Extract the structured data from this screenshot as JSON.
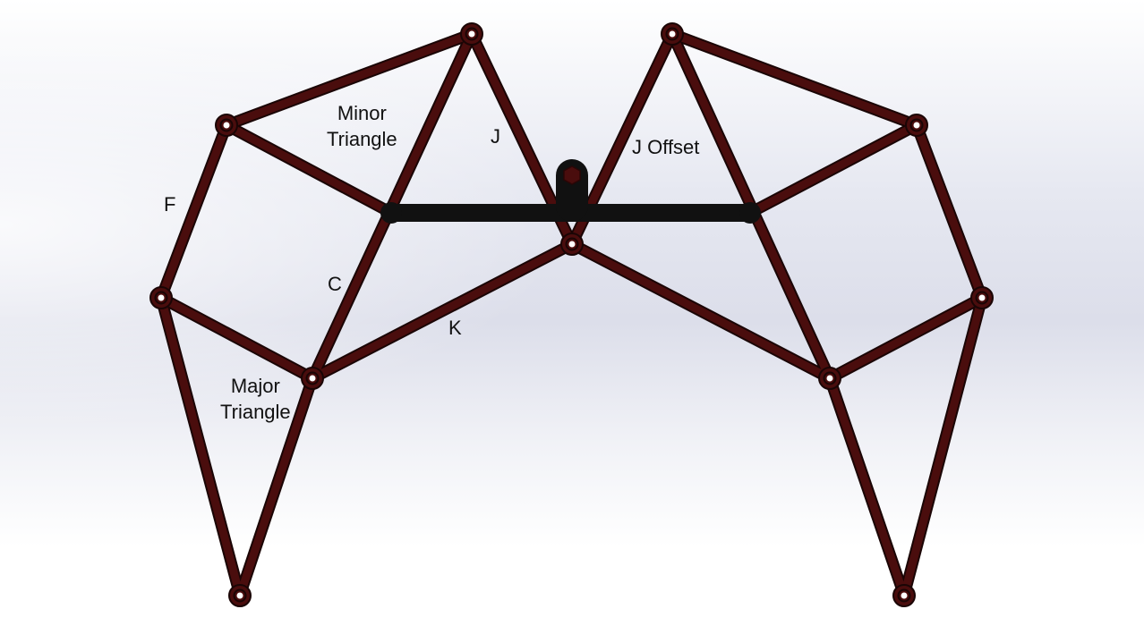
{
  "labels": {
    "minor_triangle_line1": "Minor",
    "minor_triangle_line2": "Triangle",
    "j": "J",
    "j_offset": "J Offset",
    "f": "F",
    "c": "C",
    "k": "K",
    "major_triangle_line1": "Major",
    "major_triangle_line2": "Triangle"
  },
  "colors": {
    "link": "#4a0d0d",
    "link_outline": "#1a0505",
    "crossbar": "#111111",
    "background": "#e2e4ee"
  }
}
